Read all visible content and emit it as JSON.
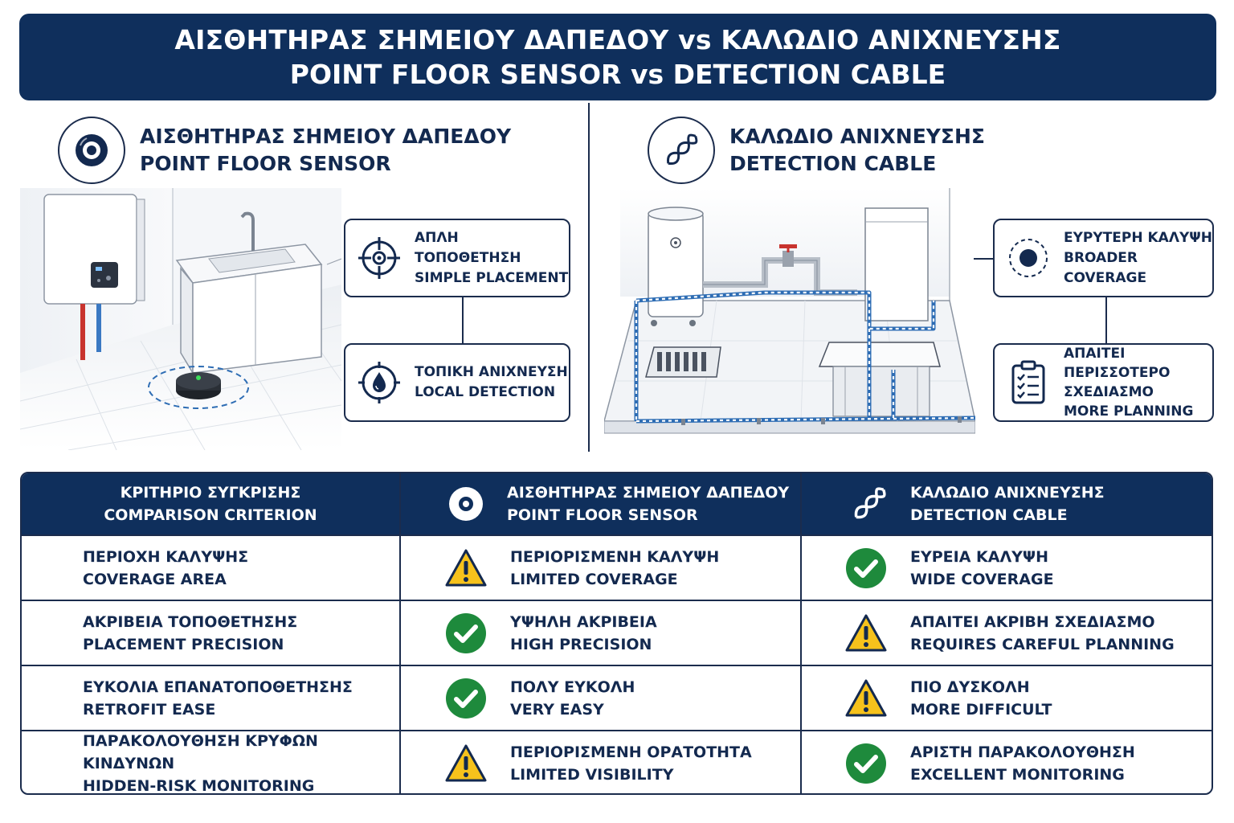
{
  "banner": {
    "line1": "ΑΙΣΘΗΤΗΡΑΣ ΣΗΜΕΙΟΥ ΔΑΠΕΔΟΥ vs ΚΑΛΩΔΙΟ ΑΝΙΧΝΕΥΣΗΣ",
    "line2": "POINT FLOOR SENSOR vs DETECTION CABLE"
  },
  "left": {
    "title_gr": "ΑΙΣΘΗΤΗΡΑΣ ΣΗΜΕΙΟΥ ΔΑΠΕΔΟΥ",
    "title_en": "POINT FLOOR SENSOR",
    "icon": "sensor-disc-icon",
    "callouts": [
      {
        "gr": "ΑΠΛΗ ΤΟΠΟΘΕΤΗΣΗ",
        "en": "SIMPLE PLACEMENT",
        "icon": "crosshair-icon"
      },
      {
        "gr": "ΤΟΠΙΚΗ ΑΝΙΧΝΕΥΣΗ",
        "en": "LOCAL DETECTION",
        "icon": "water-drop-target-icon"
      }
    ]
  },
  "right": {
    "title_gr": "ΚΑΛΩΔΙΟ ΑΝΙΧΝΕΥΣΗΣ",
    "title_en": "DETECTION CABLE",
    "icon": "braided-cable-icon",
    "callouts": [
      {
        "gr": "ΕΥΡΥΤΕΡΗ ΚΑΛΥΨΗ",
        "en": "BROADER COVERAGE",
        "icon": "coverage-dot-icon"
      },
      {
        "gr": "ΑΠΑΙΤΕΙ ΠΕΡΙΣΣΟΤΕΡΟ",
        "gr2": "ΣΧΕΔΙΑΣΜΟ",
        "en": "MORE PLANNING",
        "icon": "clipboard-checklist-icon"
      }
    ]
  },
  "table": {
    "headers": [
      {
        "gr": "ΚΡΙΤΗΡΙΟ ΣΥΓΚΡΙΣΗΣ",
        "en": "COMPARISON CRITERION"
      },
      {
        "gr": "ΑΙΣΘΗΤΗΡΑΣ ΣΗΜΕΙΟΥ ΔΑΠΕΔΟΥ",
        "en": "POINT FLOOR SENSOR"
      },
      {
        "gr": "ΚΑΛΩΔΙΟ ΑΝΙΧΝΕΥΣΗΣ",
        "en": "DETECTION CABLE"
      }
    ],
    "rows": [
      {
        "criterion_gr": "ΠΕΡΙΟΧΗ ΚΑΛΥΨΗΣ",
        "criterion_en": "COVERAGE AREA",
        "sensor_gr": "ΠΕΡΙΟΡΙΣΜΕΝΗ ΚΑΛΥΨΗ",
        "sensor_en": "LIMITED COVERAGE",
        "sensor_status": "warning",
        "cable_gr": "ΕΥΡΕΙΑ ΚΑΛΥΨΗ",
        "cable_en": "WIDE COVERAGE",
        "cable_status": "check"
      },
      {
        "criterion_gr": "ΑΚΡΙΒΕΙΑ ΤΟΠΟΘΕΤΗΣΗΣ",
        "criterion_en": "PLACEMENT PRECISION",
        "sensor_gr": "ΥΨΗΛΗ ΑΚΡΙΒΕΙΑ",
        "sensor_en": "HIGH PRECISION",
        "sensor_status": "check",
        "cable_gr": "ΑΠΑΙΤΕΙ ΑΚΡΙΒΗ ΣΧΕΔΙΑΣΜΟ",
        "cable_en": "REQUIRES CAREFUL PLANNING",
        "cable_status": "warning"
      },
      {
        "criterion_gr": "ΕΥΚΟΛΙΑ ΕΠΑΝΑΤΟΠΟΘΕΤΗΣΗΣ",
        "criterion_en": "RETROFIT EASE",
        "sensor_gr": "ΠΟΛΥ ΕΥΚΟΛΗ",
        "sensor_en": "VERY EASY",
        "sensor_status": "check",
        "cable_gr": "ΠΙΟ ΔΥΣΚΟΛΗ",
        "cable_en": "MORE DIFFICULT",
        "cable_status": "warning"
      },
      {
        "criterion_gr": "ΠΑΡΑΚΟΛΟΥΘΗΣΗ ΚΡΥΦΩΝ ΚΙΝΔΥΝΩΝ",
        "criterion_en": "HIDDEN-RISK MONITORING",
        "sensor_gr": "ΠΕΡΙΟΡΙΣΜΕΝΗ ΟΡΑΤΟΤΗΤΑ",
        "sensor_en": "LIMITED VISIBILITY",
        "sensor_status": "warning",
        "cable_gr": "ΑΡΙΣΤΗ ΠΑΡΑΚΟΛΟΥΘΗΣΗ",
        "cable_en": "EXCELLENT MONITORING",
        "cable_status": "check"
      }
    ]
  },
  "colors": {
    "navy": "#0f2f5c",
    "check_green": "#1e8a3c",
    "warning_yellow": "#f6c21c",
    "cable_blue": "#3a78c2"
  }
}
